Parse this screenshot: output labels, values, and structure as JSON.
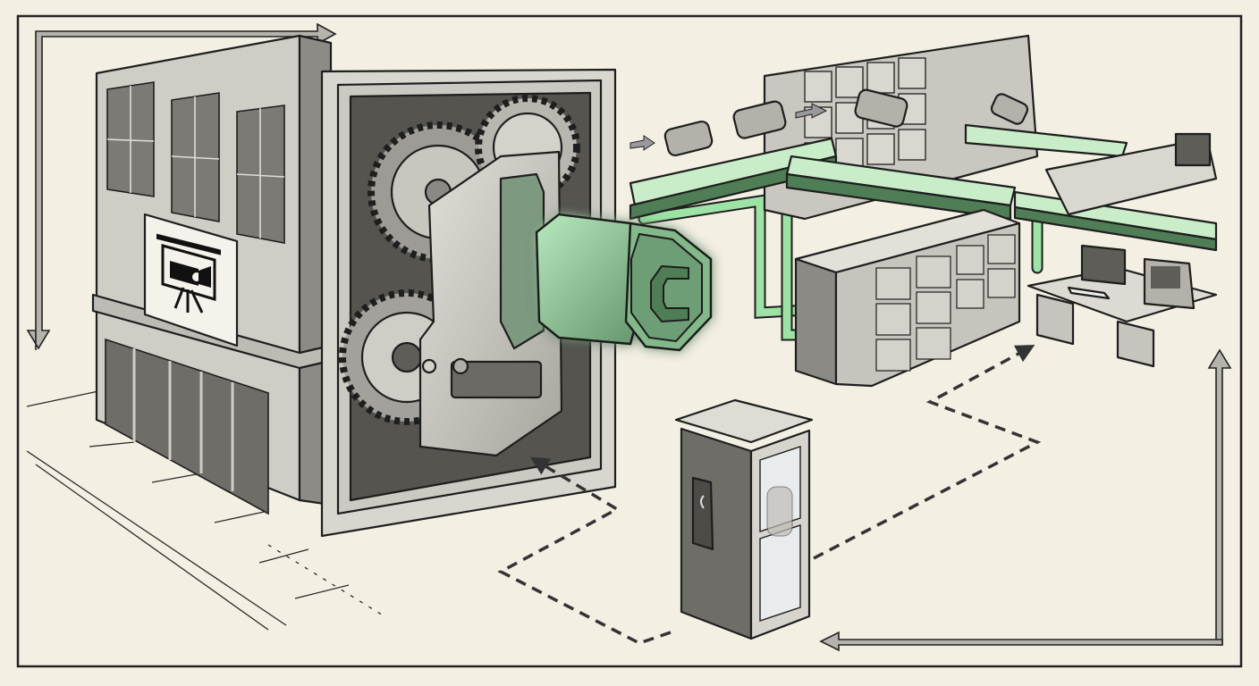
{
  "scene": {
    "kind": "isometric-illustration",
    "style": "pencil-sketch-with-green-highlight"
  },
  "colors": {
    "paper": "#f3efe3",
    "ink": "#1e1e1e",
    "metal_light": "#d4d2cb",
    "metal_mid": "#a9a7a0",
    "metal_dark": "#5e5d58",
    "highlight_green": "#7ed98a",
    "highlight_green_dark": "#4f7d55"
  },
  "icons": {
    "building_sign": "video-presentation-icon",
    "capsule_emblem": "letter-c-icon",
    "phone": "payphone-icon"
  },
  "capsule_letter": "C",
  "flow_arrows": {
    "outer_loop": [
      "arrow-right-top",
      "arrow-down-left",
      "arrow-up-right",
      "arrow-left-bottom"
    ],
    "dashed_paths": [
      "phonebooth-to-vault",
      "phonebooth-to-desk"
    ]
  }
}
